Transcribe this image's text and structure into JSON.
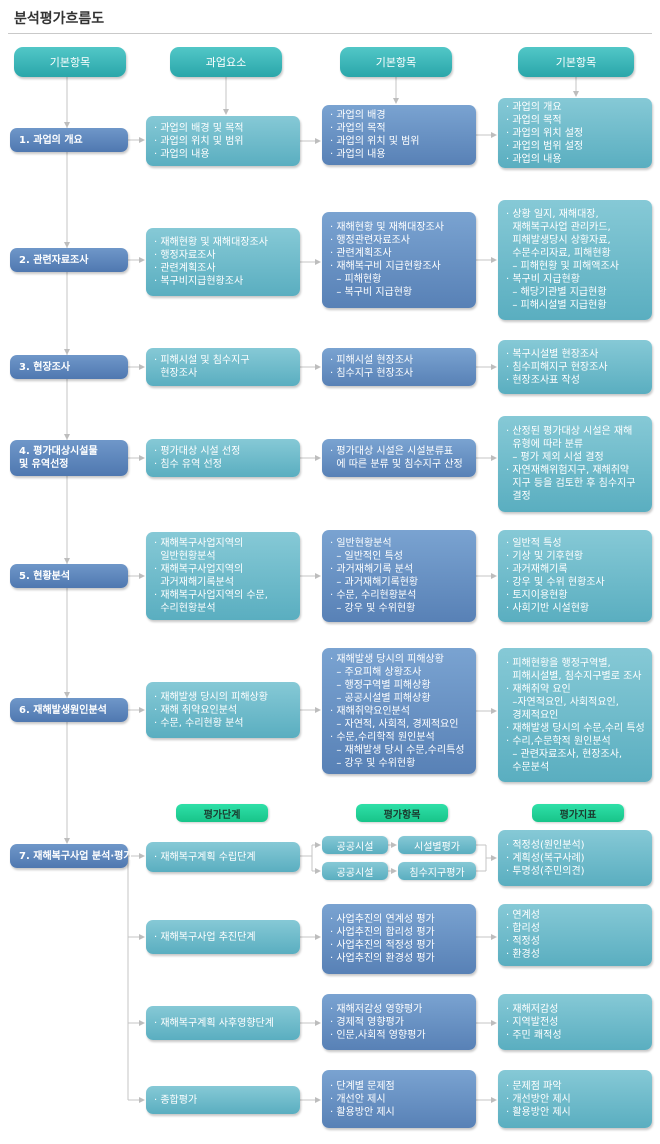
{
  "title": "분석평가흐름도",
  "headers": [
    "기본항목",
    "과업요소",
    "기본항목",
    "기본항목"
  ],
  "stages": [
    "1. 과업의 개요",
    "2. 관련자료조사",
    "3. 현장조사",
    "4. 평가대상시설물\n및 유역선정",
    "5. 현황분석",
    "6. 재해발생원인분석",
    "7. 재해복구사업 분석·평가"
  ],
  "col2": [
    [
      "· 과업의 배경 및 목적",
      "· 과업의 위치 및 범위",
      "· 과업의 내용"
    ],
    [
      "· 재해현황 및 재해대장조사",
      "· 행정자료조사",
      "· 관련계획조사",
      "· 복구비지급현황조사"
    ],
    [
      "· 피해시설 및 침수지구",
      "  현장조사"
    ],
    [
      "· 평가대상 시설 선정",
      "· 침수 유역 선정"
    ],
    [
      "· 재해복구사업지역의",
      "  일반현황분석",
      "· 재해복구사업지역의",
      "  과거재해기록분석",
      "· 재해복구사업지역의 수문,",
      "  수리현황분석"
    ],
    [
      "· 재해발생 당시의 피해상황",
      "· 재해 취약요인분석",
      "· 수문, 수리현황 분석"
    ]
  ],
  "col3": [
    [
      "· 과업의 배경",
      "· 과업의 목적",
      "· 과업의 위치 및 범위",
      "· 과업의 내용"
    ],
    [
      "· 재해현황 및 재해대장조사",
      "· 행정관련자료조사",
      "· 관련계획조사",
      "· 재해복구비 지급현황조사",
      "  – 피해현황",
      "  – 복구비 지급현황"
    ],
    [
      "· 피해시설 현장조사",
      "· 침수지구 현장조사"
    ],
    [
      "· 평가대상 시설은 시설분류표",
      "  에 따른 분류 및 침수지구 산정"
    ],
    [
      "· 일반현황분석",
      "  – 일반적인 특성",
      "· 과거재해기록 분석",
      "  – 과거재해기록현황",
      "· 수문, 수리현황분석",
      "  – 강우 및 수위현황"
    ],
    [
      "· 재해발생 당시의 피해상황",
      "  – 주요피해 상황조사",
      "  – 행정구역별 피해상황",
      "  – 공공시설별 피해상황",
      "· 재해취약요인분석",
      "  – 자연적, 사회적, 경제적요인",
      "· 수문,수리학적 원인분석",
      "  – 재해발생 당시 수문,수리특성",
      "  – 강우 및 수위현황"
    ]
  ],
  "col4": [
    [
      "· 과업의 개요",
      "· 과업의 목적",
      "· 과업의 위치 설정",
      "· 과업의 범위 설정",
      "· 과업의 내용"
    ],
    [
      "· 상황 일지, 재해대장,",
      "  재해복구사업 관리카드,",
      "  피해발생당시 상황자료,",
      "  수문수리자료, 피해현황",
      "  – 피해현황 및 피해액조사",
      "· 복구비 지급현황",
      "  – 해당기관별 지급현황",
      "  – 피해시설별 지급현황"
    ],
    [
      "· 복구시설별 현장조사",
      "· 침수피해지구 현장조사",
      "· 현장조사표 작성"
    ],
    [
      "· 산정된 평가대상 시설은 재해",
      "  유형에 따라 분류",
      "  – 평가 제외 시설 결정",
      "· 자연재해위험지구, 재해취약",
      "  지구 등을 검토한 후 침수지구",
      "  결정"
    ],
    [
      "· 일반적 특성",
      "· 기상 및 기후현황",
      "· 과거재해기록",
      "· 강우 및 수위 현황조사",
      "· 토지이용현황",
      "· 사회기반 시설현황"
    ],
    [
      "· 피해현황을 행정구역별,",
      "  피해시설별, 침수지구별로 조사",
      "· 재해취약 요인",
      "  –자연적요인, 사회적요인,",
      "  경제적요인",
      "· 재해발생 당시의 수문,수리 특성",
      "· 수리,수문학적 원인분석",
      "  – 관련자료조사, 현장조사,",
      "  수문분석"
    ]
  ],
  "eval": {
    "pills": [
      "평가단계",
      "평가항목",
      "평가지표"
    ],
    "steps": [
      "· 재해복구계획 수립단계",
      "· 재해복구사업 추진단계",
      "· 재해복구계획 사후영향단계",
      "· 종합평가"
    ],
    "facility": [
      "공공시설",
      "공공시설"
    ],
    "methods": [
      "시설별평가",
      "침수지구평가"
    ],
    "items": [
      [
        "· 사업추진의 연계성 평가",
        "· 사업추진의 합리성 평가",
        "· 사업추진의 적정성 평가",
        "· 사업추진의 환경성 평가"
      ],
      [
        "· 재해저감성 영향평가",
        "· 경제적 영향평가",
        "· 인문,사회적 영향평가"
      ],
      [
        "· 단계별 문제점",
        "· 개선안 제시",
        "· 활용방안 제시"
      ]
    ],
    "indicators": [
      [
        "· 적정성(원인분석)",
        "· 계획성(복구사례)",
        "· 투명성(주민의견)"
      ],
      [
        "· 연계성",
        "· 합리성",
        "· 적정성",
        "· 환경성"
      ],
      [
        "· 재해저감성",
        "· 지역발전성",
        "· 주민 쾌적성"
      ],
      [
        "· 문제점 파악",
        "· 개선방안 제시",
        "· 활용방안 제시"
      ]
    ]
  }
}
